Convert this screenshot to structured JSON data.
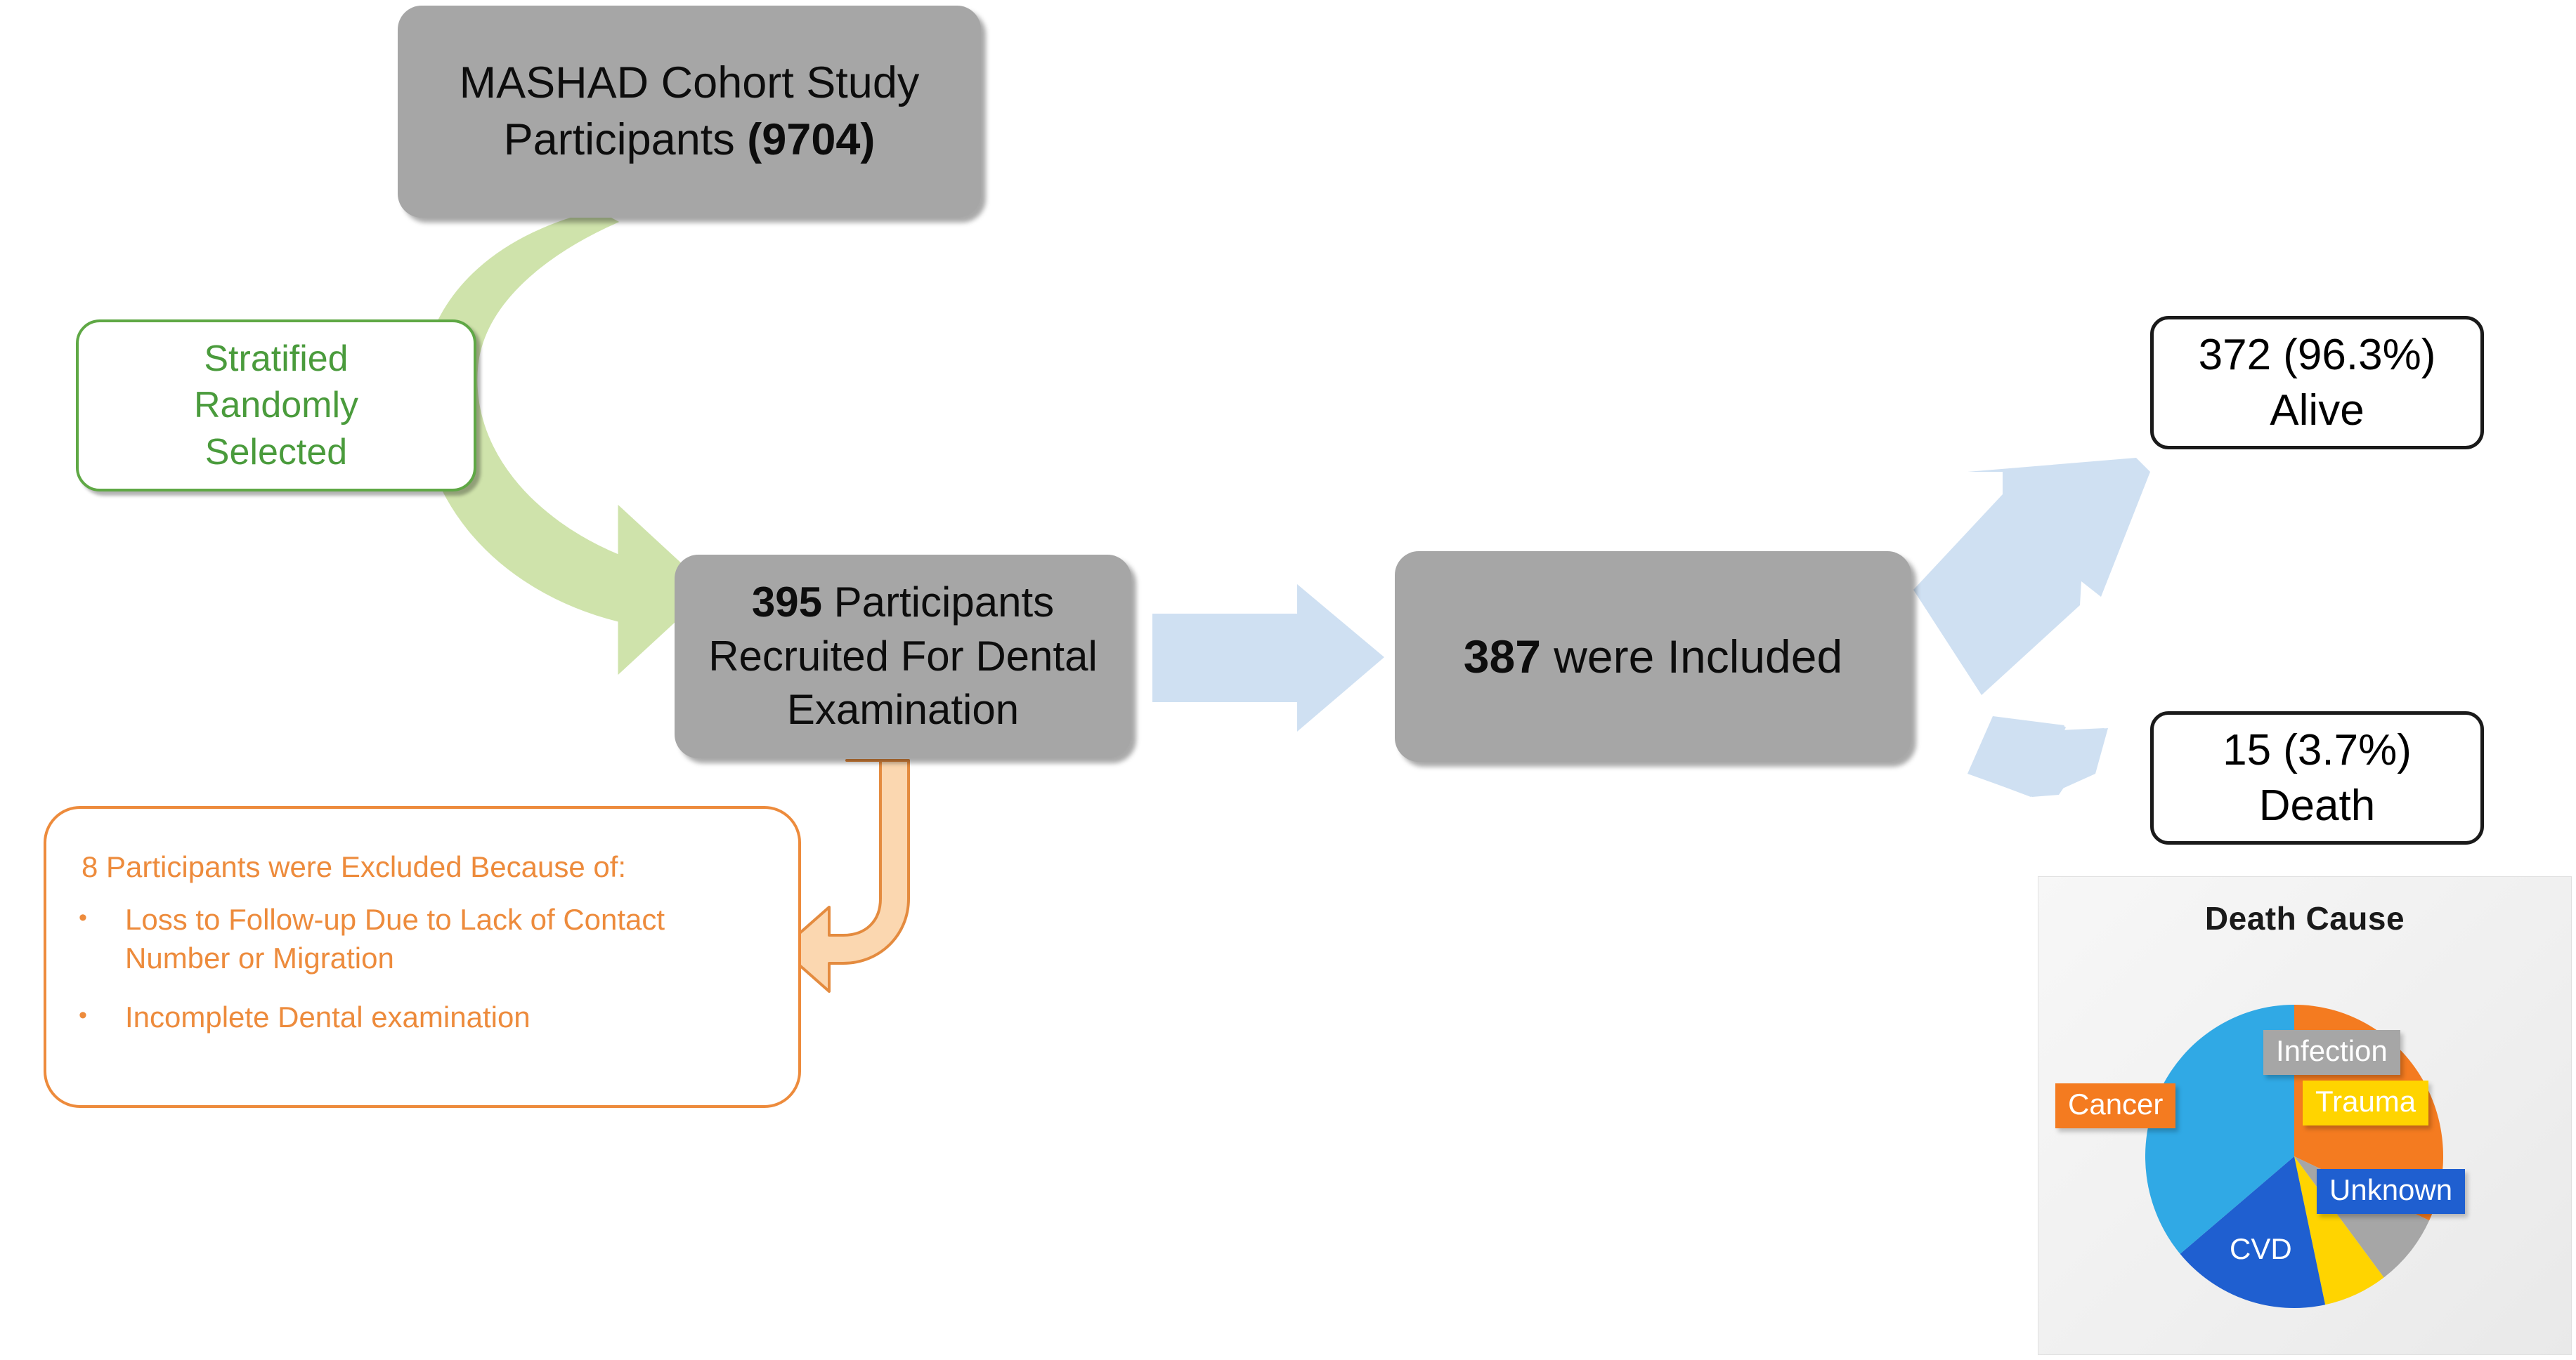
{
  "flow": {
    "source_box": {
      "line1": "MASHAD Cohort Study",
      "line2_normal": "Participants ",
      "line2_bold": "(9704)"
    },
    "sampling_box": {
      "line1": "Stratified",
      "line2": "Randomly",
      "line3": "Selected"
    },
    "recruited_box": {
      "num": "395",
      "rest_line1": " Participants",
      "line2": "Recruited For Dental",
      "line3": "Examination"
    },
    "included_box": {
      "num": "387",
      "rest": " were Included"
    },
    "alive_box": {
      "line1": "372 (96.3%)",
      "line2": "Alive"
    },
    "death_box": {
      "line1": "15 (3.7%)",
      "line2": "Death"
    },
    "excluded_box": {
      "heading": "8 Participants were Excluded Because of:",
      "bullet_glyph": "•",
      "items": [
        "Loss to Follow-up Due to Lack of Contact Number or Migration",
        "Incomplete Dental examination"
      ]
    }
  },
  "colors": {
    "gray_box": "#a6a6a6",
    "green_accent": "#5fa845",
    "green_arrow": "#cfe3ab",
    "blue_arrow": "#cfe0f2",
    "orange_accent": "#ed8b3c",
    "orange_arrow_fill": "#fbd7b0",
    "cancer": "#f47b20",
    "cvd": "#30a9e5",
    "unknown": "#1f5fd0",
    "infection": "#a6a6a6",
    "trauma": "#ffd400"
  },
  "chart_data": {
    "type": "pie",
    "title": "Death Cause",
    "total": 15,
    "units": "deaths",
    "legend": "none (labels on slices)",
    "labels": [
      "Cancer",
      "Infection",
      "Trauma",
      "Unknown",
      "CVD"
    ],
    "values": [
      5,
      1,
      1,
      3,
      5
    ],
    "angles_deg": [
      115,
      28,
      25,
      62,
      130
    ],
    "colors": [
      "#f47b20",
      "#a6a6a6",
      "#ffd400",
      "#1f5fd0",
      "#30a9e5"
    ],
    "start_angle_deg": 0,
    "direction": "clockwise",
    "xlabel": "",
    "ylabel": ""
  }
}
